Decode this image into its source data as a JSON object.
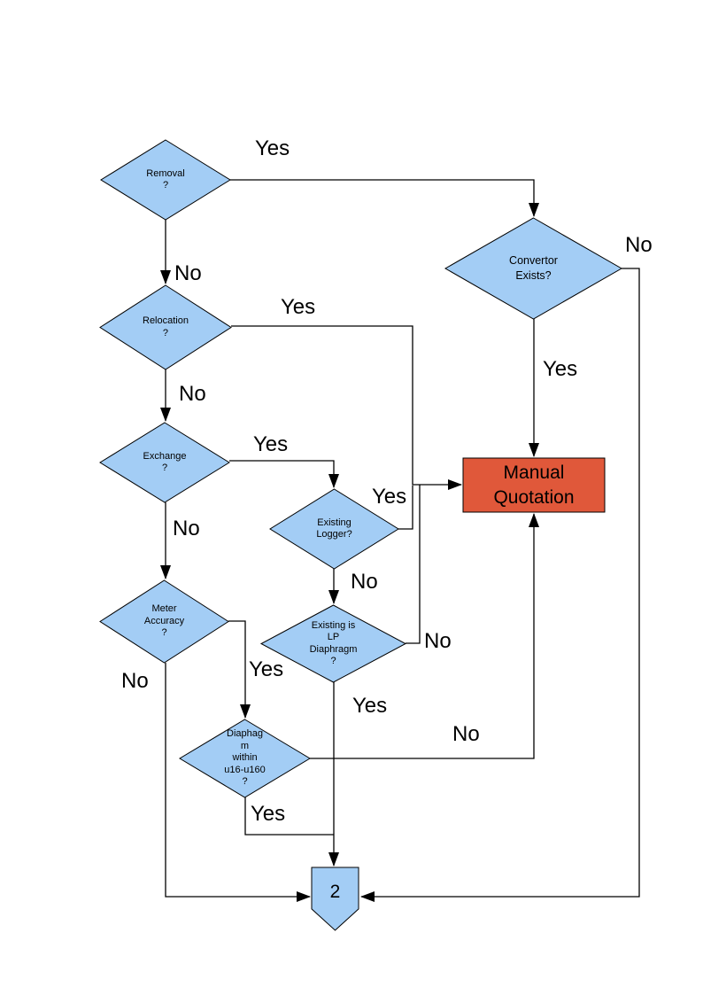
{
  "colors": {
    "background": "#FFFFFF",
    "node_fill": "#A3CDF5",
    "node_stroke": "#000000",
    "process_fill": "#E0583A",
    "line": "#000000",
    "text": "#000000"
  },
  "nodes": {
    "removal": {
      "label": "Removal\n?"
    },
    "convertor": {
      "label": "Convertor\nExists?"
    },
    "relocation": {
      "label": "Relocation\n?"
    },
    "exchange": {
      "label": "Exchange\n?"
    },
    "existing_logger": {
      "label": "Existing\nLogger?"
    },
    "meter_accuracy": {
      "label": "Meter\nAccuracy\n?"
    },
    "existing_lp": {
      "label": "Existing is\nLP\nDiaphragm\n?"
    },
    "diaphagm_range": {
      "label": "Diaphag\nm\nwithin\nu16-u160\n?"
    },
    "manual_quotation": {
      "label": "Manual\nQuotation"
    },
    "connector_2": {
      "label": "2"
    }
  },
  "edge_labels": {
    "removal_yes": "Yes",
    "removal_no": "No",
    "convertor_yes": "Yes",
    "convertor_no": "No",
    "relocation_yes": "Yes",
    "relocation_no": "No",
    "exchange_yes": "Yes",
    "exchange_no": "No",
    "logger_yes": "Yes",
    "logger_no": "No",
    "lp_yes": "Yes",
    "lp_no": "No",
    "meter_yes": "Yes",
    "meter_no": "No",
    "diaphagm_yes": "Yes",
    "diaphagm_no": "No"
  }
}
